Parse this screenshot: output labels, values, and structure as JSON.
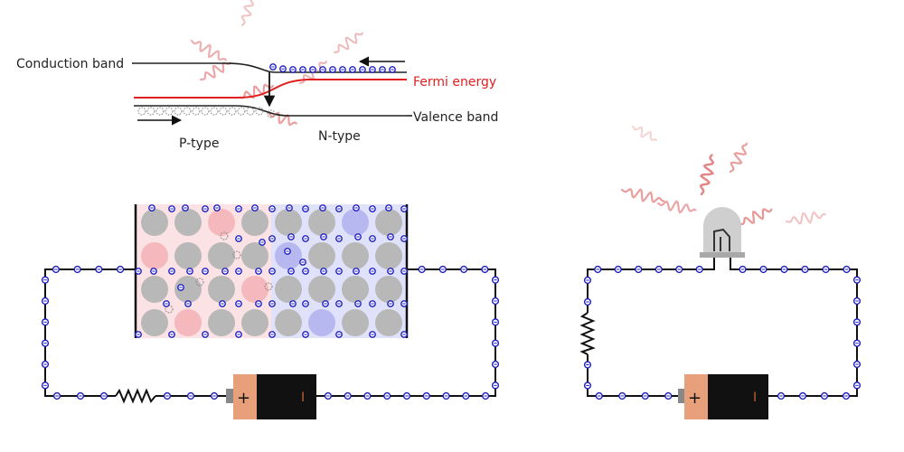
{
  "labels": {
    "conduction_band": "Conduction band",
    "fermi_energy": "Fermi energy",
    "valence_band": "Valence band",
    "p_type": "P-type",
    "n_type": "N-type"
  },
  "battery": {
    "plus": "+",
    "minus": "I"
  },
  "colors": {
    "band_line": "#222222",
    "fermi": "#e02020",
    "electron_fill": "#ffffff",
    "electron_stroke": "#2020c0",
    "wire": "#111111",
    "atom": "#b8b8b8",
    "p_region": "#fbe2e4",
    "n_region": "#e0e2fb",
    "photon": "#d85050",
    "battery_body": "#111111",
    "battery_cap": "#e8a07a"
  }
}
